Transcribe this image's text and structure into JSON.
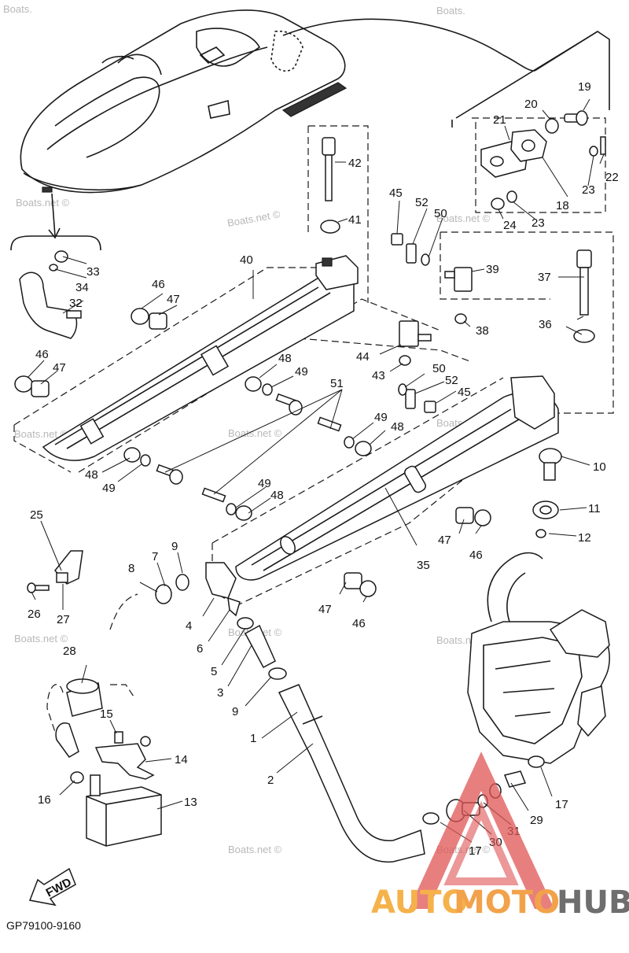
{
  "watermark": "Boats.net ©",
  "watermark_top_left": "Boats.",
  "watermark_top_right": "Boats.",
  "drawing_code": "GP79100-9160",
  "fwd_label": "FWD",
  "brand": {
    "part1": "AUTO",
    "part2": "MOTO",
    "part3": "HUB",
    "color1": "#f5b24a",
    "color2": "#f2a24a",
    "color3": "#6e6e6e",
    "triangle_color": "#e05454"
  },
  "callouts": [
    {
      "n": "1"
    },
    {
      "n": "2"
    },
    {
      "n": "3"
    },
    {
      "n": "4"
    },
    {
      "n": "5"
    },
    {
      "n": "6"
    },
    {
      "n": "7"
    },
    {
      "n": "8"
    },
    {
      "n": "9"
    },
    {
      "n": "9"
    },
    {
      "n": "10"
    },
    {
      "n": "11"
    },
    {
      "n": "12"
    },
    {
      "n": "13"
    },
    {
      "n": "14"
    },
    {
      "n": "15"
    },
    {
      "n": "16"
    },
    {
      "n": "17"
    },
    {
      "n": "17"
    },
    {
      "n": "18"
    },
    {
      "n": "19"
    },
    {
      "n": "20"
    },
    {
      "n": "21"
    },
    {
      "n": "22"
    },
    {
      "n": "23"
    },
    {
      "n": "23"
    },
    {
      "n": "24"
    },
    {
      "n": "25"
    },
    {
      "n": "26"
    },
    {
      "n": "27"
    },
    {
      "n": "28"
    },
    {
      "n": "29"
    },
    {
      "n": "30"
    },
    {
      "n": "31"
    },
    {
      "n": "32"
    },
    {
      "n": "33"
    },
    {
      "n": "34"
    },
    {
      "n": "35"
    },
    {
      "n": "36"
    },
    {
      "n": "37"
    },
    {
      "n": "38"
    },
    {
      "n": "39"
    },
    {
      "n": "40"
    },
    {
      "n": "41"
    },
    {
      "n": "42"
    },
    {
      "n": "43"
    },
    {
      "n": "44"
    },
    {
      "n": "45"
    },
    {
      "n": "45"
    },
    {
      "n": "46"
    },
    {
      "n": "46"
    },
    {
      "n": "46"
    },
    {
      "n": "46"
    },
    {
      "n": "47"
    },
    {
      "n": "47"
    },
    {
      "n": "47"
    },
    {
      "n": "47"
    },
    {
      "n": "48"
    },
    {
      "n": "48"
    },
    {
      "n": "48"
    },
    {
      "n": "48"
    },
    {
      "n": "49"
    },
    {
      "n": "49"
    },
    {
      "n": "49"
    },
    {
      "n": "49"
    },
    {
      "n": "50"
    },
    {
      "n": "50"
    },
    {
      "n": "51"
    },
    {
      "n": "52"
    },
    {
      "n": "52"
    }
  ]
}
